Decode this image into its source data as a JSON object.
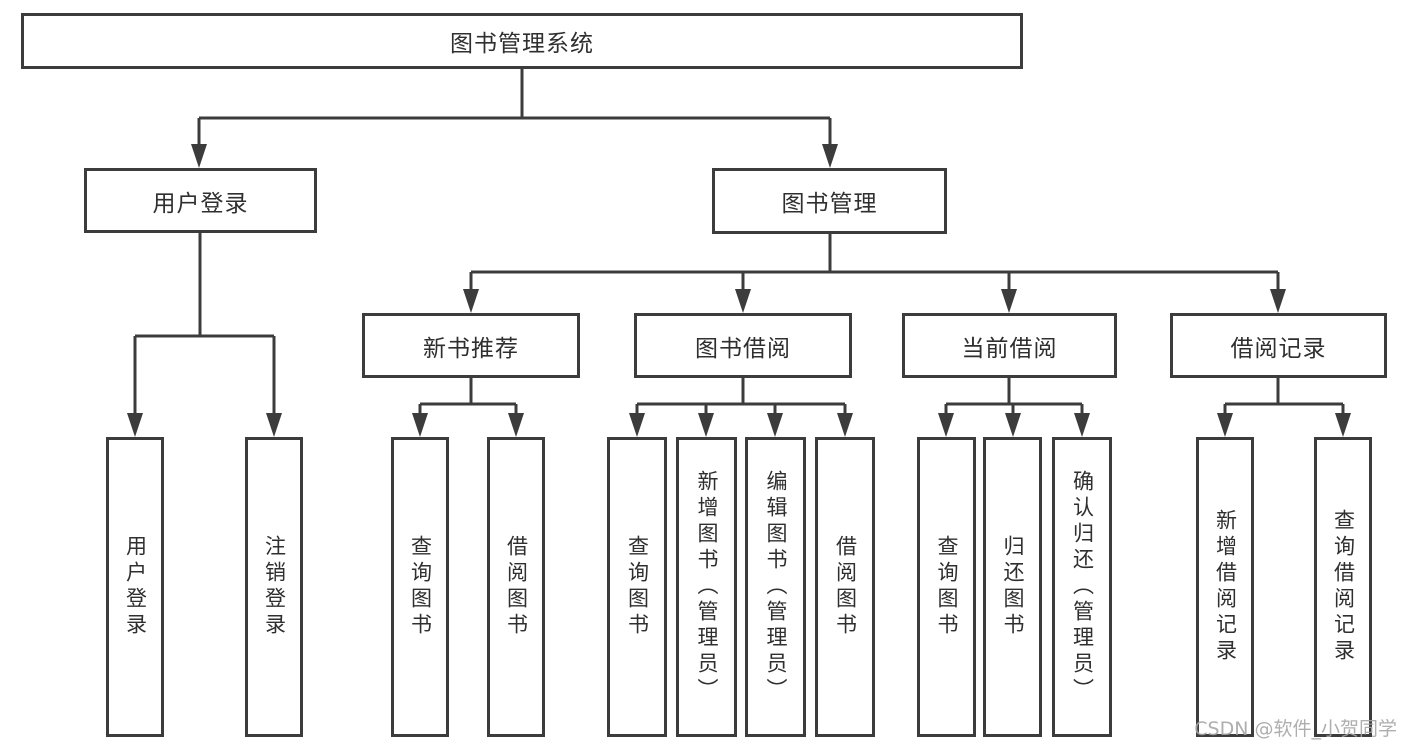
{
  "colors": {
    "background": "#ffffff",
    "line": "#3c3c3c",
    "box_border": "#3c3c3c",
    "text": "#2f2f2f",
    "watermark": "#a6a6a6"
  },
  "watermark": {
    "text": "CSDN @软件_小贺同学"
  },
  "tree": {
    "root": {
      "label": "图书管理系统"
    },
    "children": [
      {
        "label": "用户登录",
        "children": [
          {
            "label": "用户登录"
          },
          {
            "label": "注销登录"
          }
        ]
      },
      {
        "label": "图书管理",
        "children": [
          {
            "label": "新书推荐",
            "children": [
              {
                "label": "查询图书"
              },
              {
                "label": "借阅图书"
              }
            ]
          },
          {
            "label": "图书借阅",
            "children": [
              {
                "label": "查询图书"
              },
              {
                "label": "新增图书（管理员）"
              },
              {
                "label": "编辑图书（管理员）"
              },
              {
                "label": "借阅图书"
              }
            ]
          },
          {
            "label": "当前借阅",
            "children": [
              {
                "label": "查询图书"
              },
              {
                "label": "归还图书"
              },
              {
                "label": "确认归还（管理员）"
              }
            ]
          },
          {
            "label": "借阅记录",
            "children": [
              {
                "label": "新增借阅记录"
              },
              {
                "label": "查询借阅记录"
              }
            ]
          }
        ]
      }
    ]
  }
}
